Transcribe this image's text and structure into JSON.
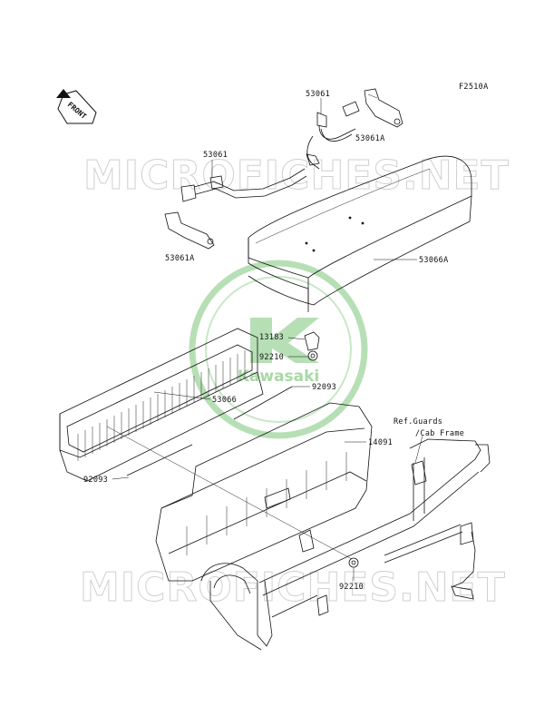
{
  "figure_code": "F2510A",
  "front_label": "FRONT",
  "watermark": {
    "text": "MICROFICHES.NET",
    "brand": "Kawasaki",
    "color": "#b7dfb5"
  },
  "labels": [
    {
      "id": "p53061-top",
      "text": "53061"
    },
    {
      "id": "p53061a-top",
      "text": "53061A"
    },
    {
      "id": "p53061-left",
      "text": "53061"
    },
    {
      "id": "p53061a-left",
      "text": "53061A"
    },
    {
      "id": "p53066a",
      "text": "53066A"
    },
    {
      "id": "p13183",
      "text": "13183"
    },
    {
      "id": "p92210-top",
      "text": "92210"
    },
    {
      "id": "p92093-right",
      "text": "92093"
    },
    {
      "id": "p53066",
      "text": "53066"
    },
    {
      "id": "p14091",
      "text": "14091"
    },
    {
      "id": "ref",
      "text": "Ref.Guards"
    },
    {
      "id": "ref2",
      "text": "/Cab Frame"
    },
    {
      "id": "p92093-left",
      "text": "92093"
    },
    {
      "id": "p92210-bottom",
      "text": "92210"
    }
  ]
}
